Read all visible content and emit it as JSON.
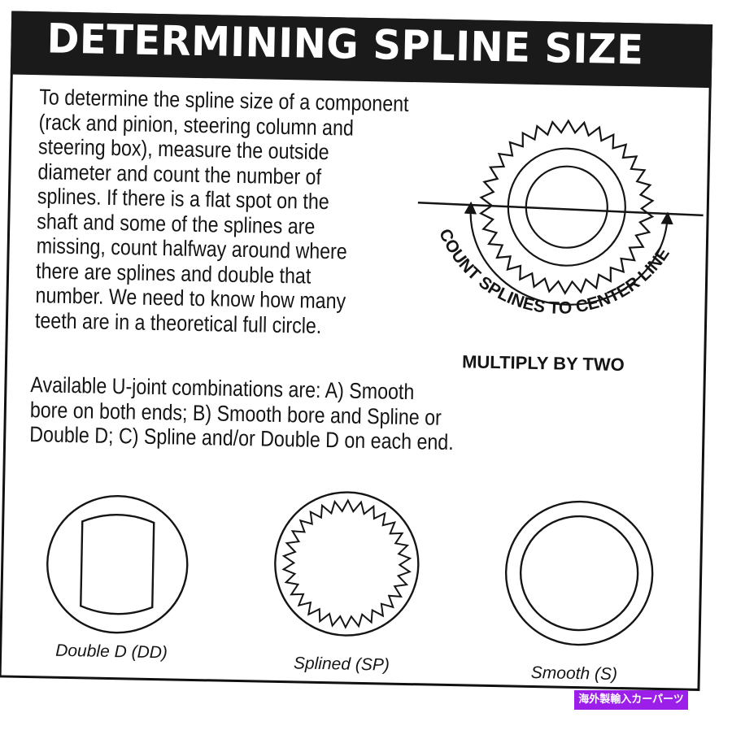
{
  "title": "DETERMINING SPLINE SIZE",
  "intro_lines": [
    "To determine the spline size of a component",
    "(rack and pinion, steering column and",
    "steering box), measure the outside",
    "diameter and count the number of",
    "splines. If there is a flat spot on the",
    "shaft and some of the splines are",
    "missing, count halfway around where",
    "there are splines and double that",
    "number. We need to know how many",
    "teeth are in a theoretical full circle."
  ],
  "combo_lines": [
    "Available U-joint combinations are: A) Smooth",
    "bore on both ends; B) Smooth bore and Spline or",
    "Double D; C) Spline and/or Double D on each end."
  ],
  "diagram": {
    "arc_label": "COUNT SPLINES TO CENTER LINE",
    "multiply_label": "MULTIPLY BY TWO"
  },
  "joints": [
    {
      "label": "Double D (DD)",
      "icon": "double-d-icon"
    },
    {
      "label": "Splined (SP)",
      "icon": "splined-icon"
    },
    {
      "label": "Smooth (S)",
      "icon": "smooth-icon"
    }
  ],
  "watermark": "海外製輸入カーパーツ",
  "colors": {
    "title_bar": "#1a1a1a",
    "title_text": "#ffffff",
    "ink": "#151515",
    "badge": "#9b1fe8"
  }
}
